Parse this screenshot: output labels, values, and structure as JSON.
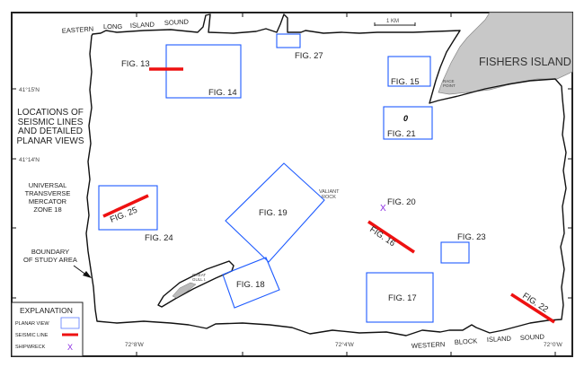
{
  "map": {
    "water_labels": {
      "north": [
        "EASTERN",
        "LONG",
        "ISLAND",
        "SOUND"
      ],
      "south": [
        "WESTERN",
        "BLOCK",
        "ISLAND",
        "SOUND"
      ]
    },
    "island_labels": {
      "fishers": "FISHERS ISLAND",
      "race_point": [
        "RACE",
        "POINT"
      ],
      "great_gull": [
        "GREAT",
        "GULL I."
      ],
      "valiant_rock": [
        "VALIANT",
        "ROCK"
      ]
    },
    "scale_label": "1 KM",
    "latitudes": [
      "41°15'N",
      "41°14'N"
    ],
    "longitudes": [
      "72°8'W",
      "72°4'W",
      "72°0'W"
    ],
    "title_lines": [
      "LOCATIONS OF",
      "SEISMIC LINES",
      "AND DETAILED",
      "PLANAR VIEWS"
    ],
    "projection_lines": [
      "UNIVERSAL",
      "TRANSVERSE",
      "MERCATOR",
      "ZONE 18"
    ],
    "boundary_lines": [
      "BOUNDARY",
      "OF STUDY AREA"
    ],
    "figures": {
      "fig13": {
        "label": "FIG. 13",
        "type": "seismic-line"
      },
      "fig14": {
        "label": "FIG. 14",
        "type": "planar-view"
      },
      "fig15": {
        "label": "FIG. 15",
        "type": "planar-view"
      },
      "fig16": {
        "label": "FIG. 16",
        "type": "seismic-line"
      },
      "fig17": {
        "label": "FIG. 17",
        "type": "planar-view"
      },
      "fig18": {
        "label": "FIG. 18",
        "type": "planar-view"
      },
      "fig19": {
        "label": "FIG. 19",
        "type": "planar-view"
      },
      "fig20": {
        "label": "FIG. 20",
        "type": "shipwreck"
      },
      "fig21": {
        "label": "FIG. 21",
        "type": "planar-view",
        "marker": "0"
      },
      "fig22": {
        "label": "FIG. 22",
        "type": "seismic-line"
      },
      "fig23": {
        "label": "FIG. 23",
        "type": "planar-view"
      },
      "fig24": {
        "label": "FIG. 24",
        "type": "planar-view"
      },
      "fig25": {
        "label": "FIG. 25",
        "type": "seismic-line"
      },
      "fig27": {
        "label": "FIG. 27",
        "type": "planar-view"
      }
    },
    "legend": {
      "title": "EXPLANATION",
      "items": [
        {
          "label": "PLANAR VIEW",
          "symbol": "blue-rectangle"
        },
        {
          "label": "SEISMIC LINE",
          "symbol": "red-line"
        },
        {
          "label": "SHIPWRECK",
          "symbol": "X"
        }
      ]
    },
    "colors": {
      "planar_view": "#1e5bff",
      "seismic_line": "#ee1111",
      "shipwreck": "#8a2be2",
      "land": "#c8c8c8"
    }
  }
}
